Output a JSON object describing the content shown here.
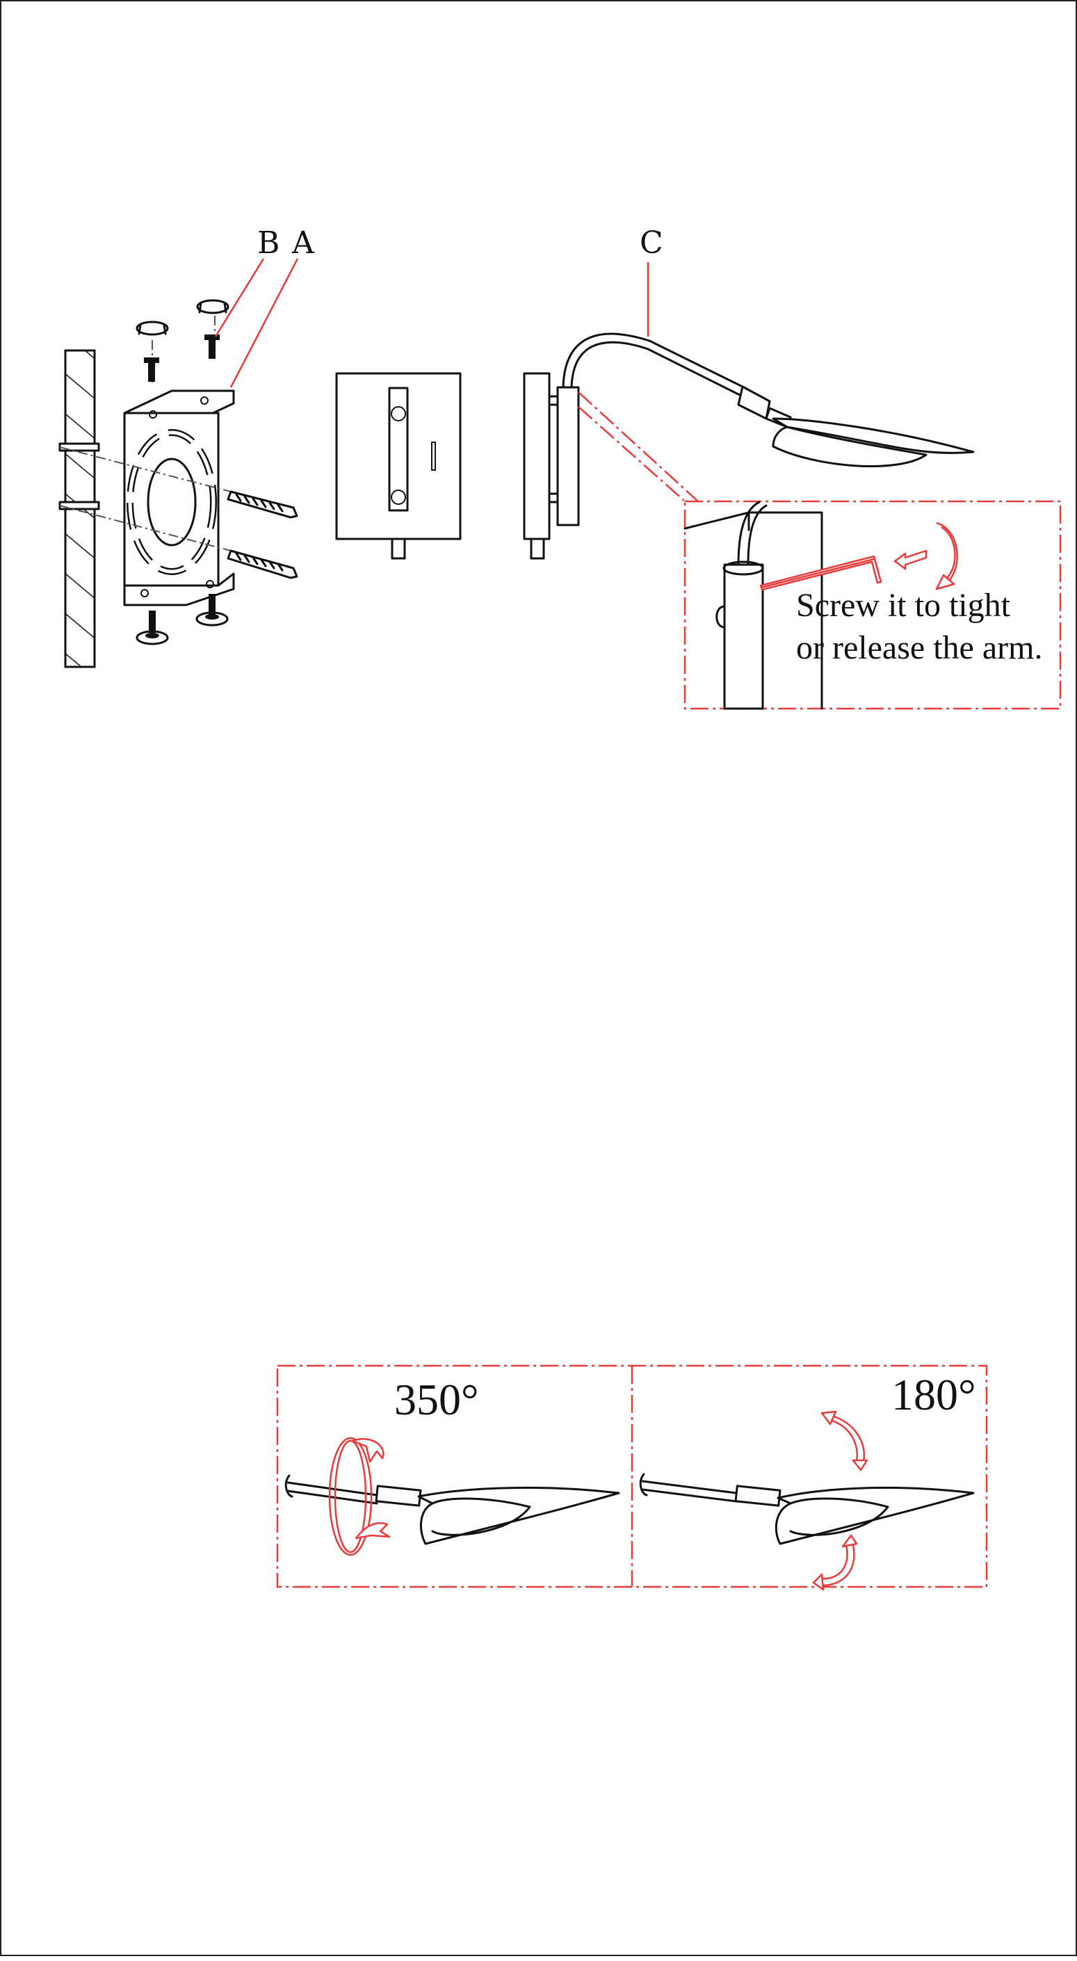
{
  "labels": {
    "part_b": "B",
    "part_a": "A",
    "part_c": "C"
  },
  "detail_note": {
    "line1": "Screw it to tight",
    "line2": "or release the arm."
  },
  "rotation": {
    "left": "350°",
    "right": "180°"
  },
  "colors": {
    "ink": "#111111",
    "callout": "#e83a3a"
  }
}
